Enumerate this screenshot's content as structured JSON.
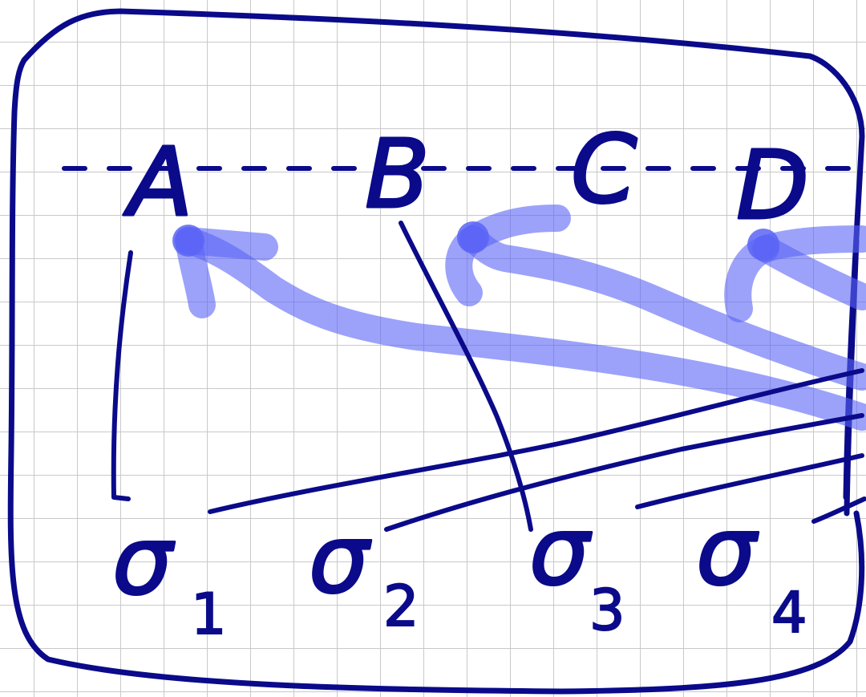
{
  "title": "",
  "colors": {
    "ink": "#0a0a8a",
    "highlight": "#5a64f5",
    "grid": "#c9c9c9",
    "background": "#ffffff"
  },
  "top_labels": [
    "A",
    "B",
    "C",
    "D"
  ],
  "bottom_labels": [
    {
      "glyph": "σ",
      "subscript": "1"
    },
    {
      "glyph": "σ",
      "subscript": "2"
    },
    {
      "glyph": "σ",
      "subscript": "3"
    },
    {
      "glyph": "σ",
      "subscript": "4"
    }
  ]
}
